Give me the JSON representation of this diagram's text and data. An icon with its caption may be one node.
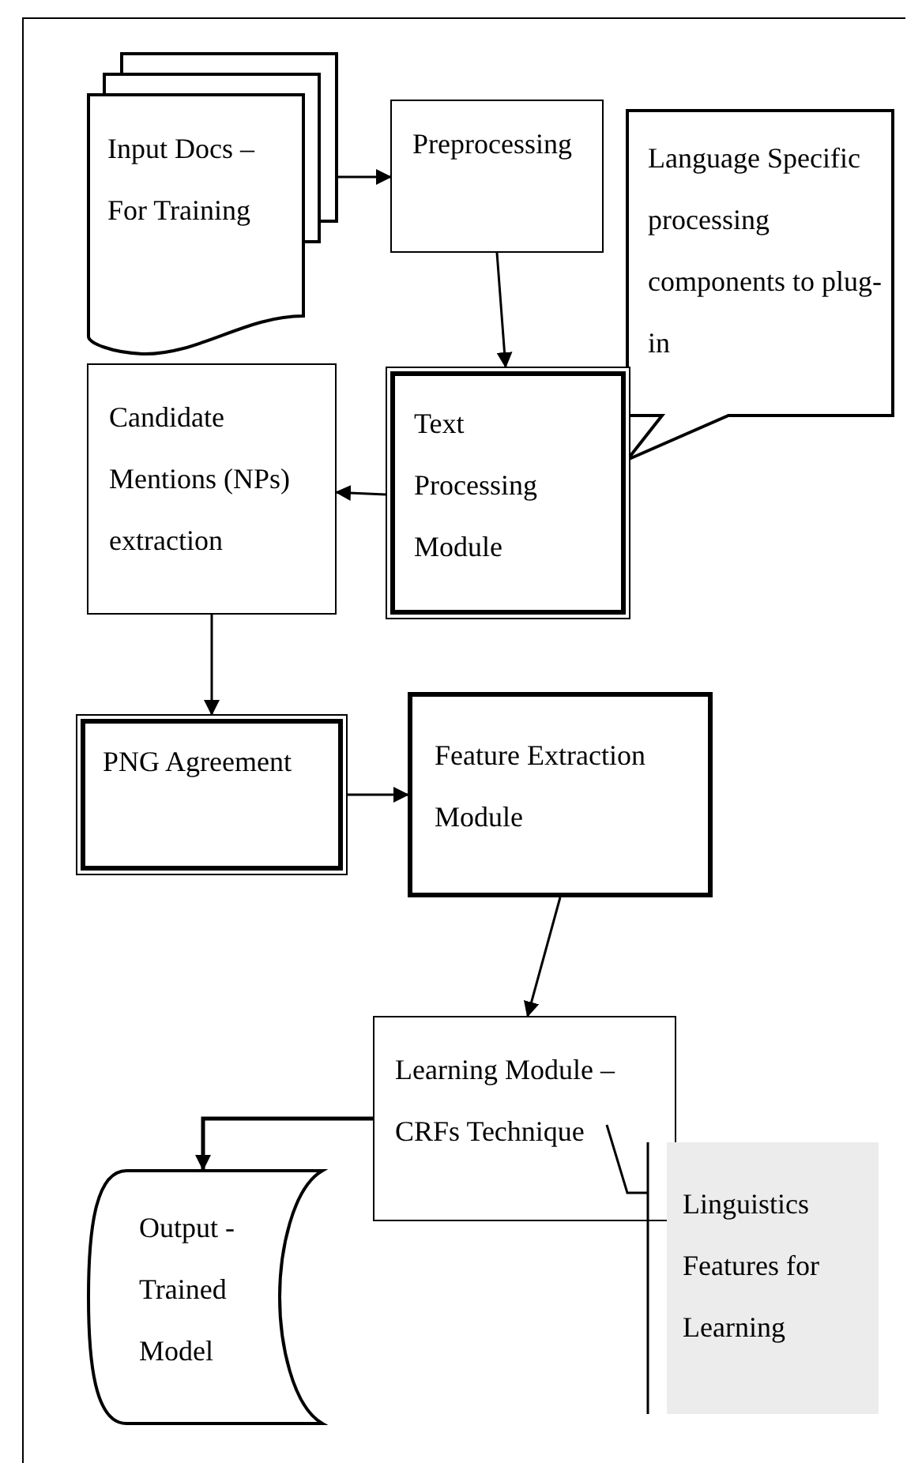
{
  "diagram": {
    "nodes": [
      {
        "text": [
          "Input Docs – For Training"
        ]
      },
      {
        "text": [
          "Preprocessing"
        ]
      },
      {
        "text": [
          "Language Specific processing components to plug-in"
        ]
      },
      {
        "text": [
          "Text Processing Module"
        ]
      },
      {
        "text": [
          "Candidate Mentions (NPs) extraction"
        ]
      },
      {
        "text": [
          "PNG Agreement"
        ]
      },
      {
        "text": [
          "Feature Extraction Module"
        ]
      },
      {
        "text": [
          "Learning Module – CRFs Technique"
        ]
      },
      {
        "text": [
          "Output - Trained Model"
        ]
      },
      {
        "text": [
          "Linguistics Features for Learning"
        ]
      }
    ],
    "edges": [
      {
        "from": 0,
        "to": 1,
        "arrow": "to"
      },
      {
        "from": 1,
        "to": 3,
        "arrow": "to"
      },
      {
        "from": 3,
        "to": 4,
        "arrow": "to"
      },
      {
        "from": 4,
        "to": 5,
        "arrow": "to"
      },
      {
        "from": 5,
        "to": 6,
        "arrow": "to"
      },
      {
        "from": 6,
        "to": 7,
        "arrow": "to"
      },
      {
        "from": 7,
        "to": 8,
        "arrow": "to"
      },
      {
        "from": 9,
        "to": 7,
        "arrow": "none"
      }
    ]
  }
}
